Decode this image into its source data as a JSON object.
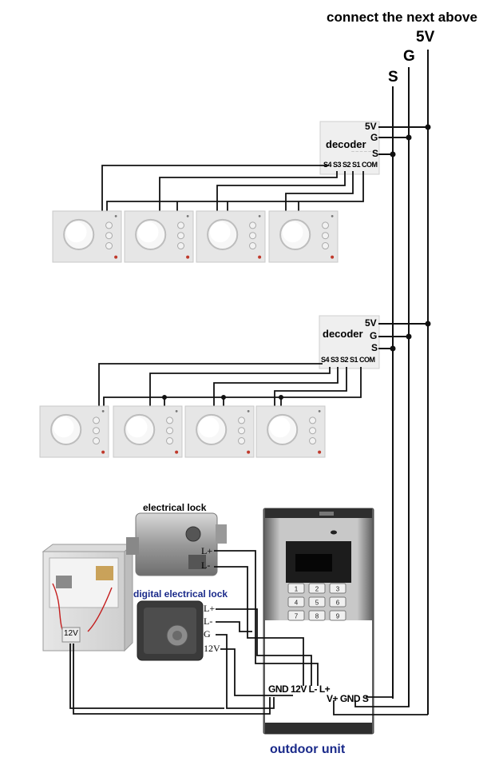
{
  "header": {
    "title": "connect the next above"
  },
  "bus": {
    "five_v": "5V",
    "g": "G",
    "s": "S"
  },
  "decoder_top": {
    "name": "decoder",
    "port_5v": "5V",
    "port_g": "G",
    "port_s": "S",
    "outputs": "S4 S3 S2 S1 COM"
  },
  "decoder_bottom": {
    "name": "decoder",
    "port_5v": "5V",
    "port_g": "G",
    "port_s": "S",
    "outputs": "S4 S3 S2 S1 COM"
  },
  "electrical_lock": {
    "title": "electrical lock",
    "pin_plus": "L+",
    "pin_minus": "L-"
  },
  "digital_lock": {
    "title": "digital electrical lock",
    "pin_plus": "L+",
    "pin_minus": "L-",
    "pin_g": "G",
    "pin_12v": "12V"
  },
  "power_supply": {
    "label": "12V"
  },
  "outdoor_unit": {
    "caption": "outdoor unit",
    "terminals_left": "GND 12V  L-  L+",
    "terminals_right": "V+ GND S",
    "keys": [
      "1",
      "2",
      "3",
      "4",
      "5",
      "6",
      "7",
      "8",
      "9"
    ]
  },
  "colors": {
    "caption_blue": "#1a2a8a",
    "wire": "#111111"
  }
}
